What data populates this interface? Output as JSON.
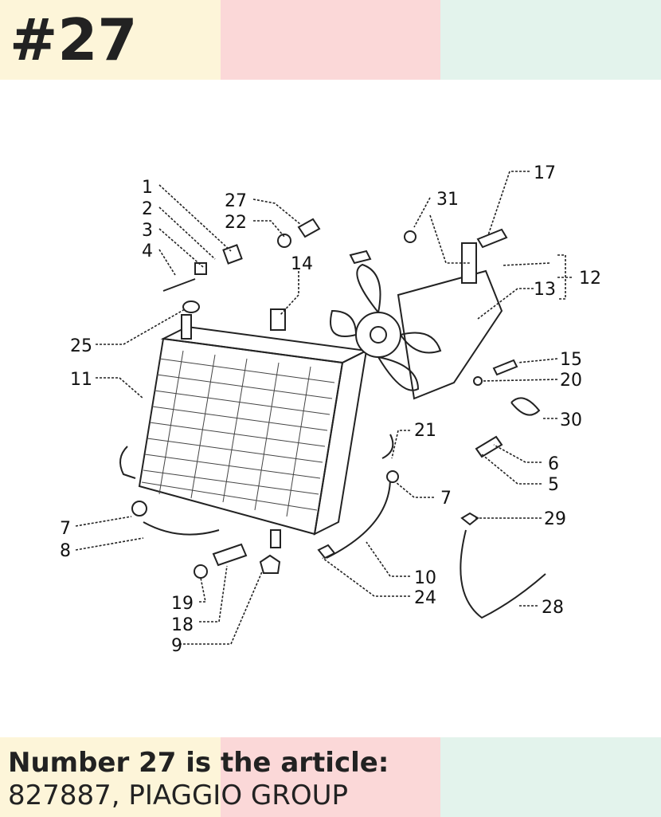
{
  "header": {
    "badge": "#27"
  },
  "footer": {
    "title": "Number 27 is the article:",
    "subtitle": "827887, PIAGGIO GROUP"
  },
  "labels": {
    "n1": "1",
    "n2": "2",
    "n3": "3",
    "n4": "4",
    "n5": "5",
    "n6": "6",
    "n7a": "7",
    "n7b": "7",
    "n8": "8",
    "n9": "9",
    "n10": "10",
    "n11": "11",
    "n12": "12",
    "n13": "13",
    "n14": "14",
    "n15": "15",
    "n17": "17",
    "n18": "18",
    "n19": "19",
    "n20": "20",
    "n21": "21",
    "n22": "22",
    "n24": "24",
    "n25": "25",
    "n27": "27",
    "n28": "28",
    "n29": "29",
    "n30": "30",
    "n31": "31"
  }
}
